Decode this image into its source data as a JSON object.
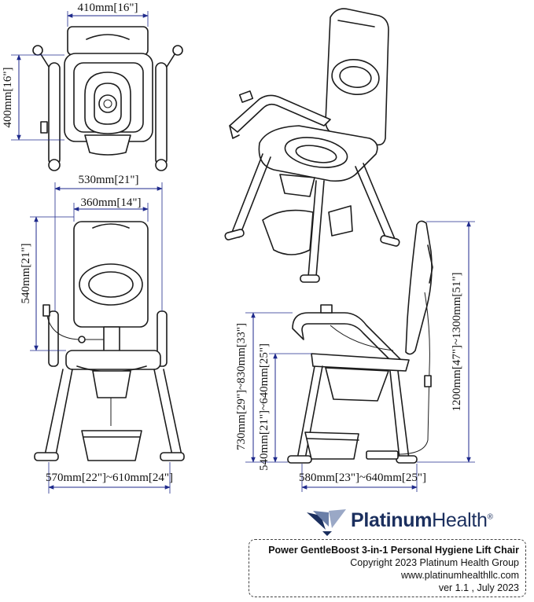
{
  "dimensions": {
    "top_width": "410mm[16\"]",
    "top_depth": "400mm[16\"]",
    "front_outer_width": "530mm[21\"]",
    "front_inner_width": "360mm[14\"]",
    "front_height": "540mm[21\"]",
    "front_base_width": "570mm[22\"]~610mm[24\"]",
    "side_arm_height": "730mm[29\"]~830mm[33\"]",
    "side_seat_height": "540mm[21\"]~640mm[25\"]",
    "side_depth": "580mm[23\"]~640mm[25\"]",
    "side_total_height": "1200mm[47\"]~1300mm[51\"]"
  },
  "brand": {
    "name_bold": "Platinum",
    "name_light": "Health",
    "mark": "®",
    "logo_icon": "wing-logo-icon",
    "color": "#1b2f5e"
  },
  "info": {
    "title": "Power GentleBoost 3-in-1 Personal Hygiene Lift Chair",
    "copyright": "Copyright 2023 Platinum Health Group",
    "website": "www.platinumhealthllc.com",
    "version": "ver 1.1 , July 2023"
  },
  "colors": {
    "dimension_lines": "#1f2a8c",
    "drawing_lines": "#1c1c1c"
  }
}
